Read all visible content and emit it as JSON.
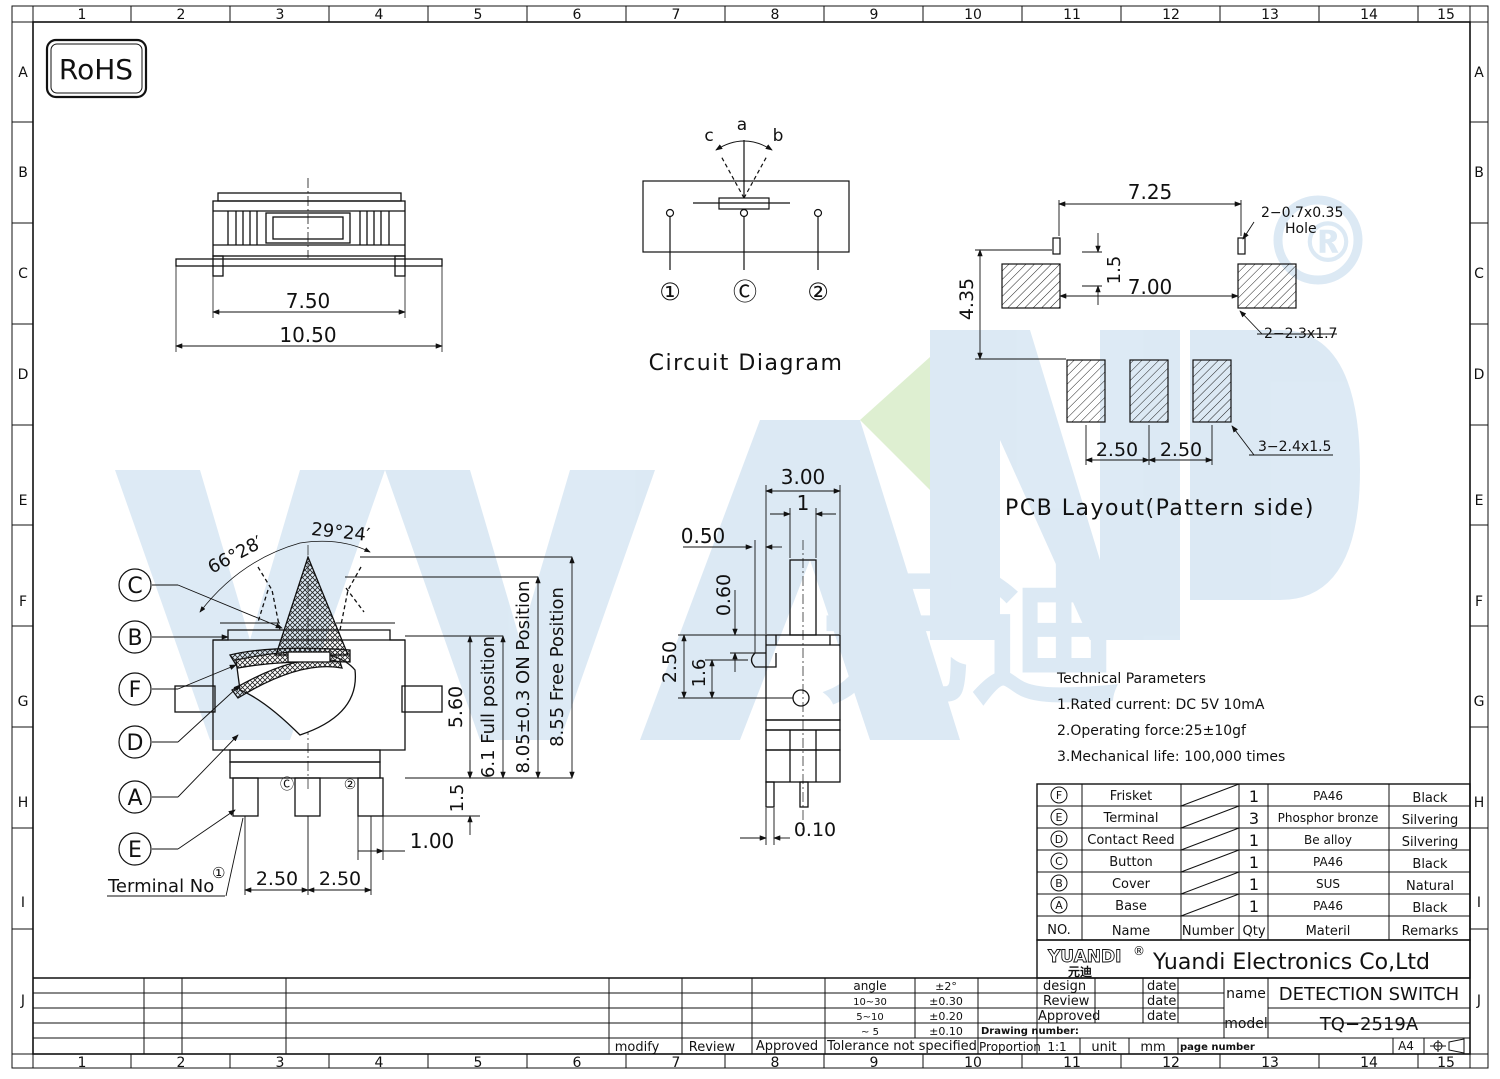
{
  "frame": {
    "col_numbers": [
      "1",
      "2",
      "3",
      "4",
      "5",
      "6",
      "7",
      "8",
      "9",
      "10",
      "11",
      "12",
      "13",
      "14",
      "15"
    ],
    "row_letters": [
      "A",
      "B",
      "C",
      "D",
      "E",
      "F",
      "G",
      "H",
      "I",
      "J"
    ]
  },
  "rohs_label": "RoHS",
  "watermark": {
    "latin": "YUANDI",
    "chinese": "元迪",
    "registered": "®"
  },
  "top_view": {
    "dim_inner": "7.50",
    "dim_outer": "10.50"
  },
  "circuit": {
    "title": "Circuit Diagram",
    "pos_a": "a",
    "pos_b": "b",
    "pos_c": "c",
    "pin_1": "①",
    "pin_c": "Ⓒ",
    "pin_2": "②"
  },
  "pcb": {
    "title": "PCB Layout(Pattern side)",
    "dim_top": "7.25",
    "hole_note_1": "2−0.7x0.35",
    "hole_note_2": "Hole",
    "dim_15": "1.5",
    "dim_700": "7.00",
    "dim_435": "4.35",
    "pad_note_big": "2−2.3x1.7",
    "pad_note_small": "3−2.4x1.5",
    "dim_250a": "2.50",
    "dim_250b": "2.50"
  },
  "side_view": {
    "dim_300": "3.00",
    "dim_1": "1",
    "dim_050": "0.50",
    "dim_060": "0.60",
    "dim_250": "2.50",
    "dim_16": "1.6",
    "dim_010": "0.10"
  },
  "front_view": {
    "angle_1": "66°28′",
    "angle_2": "29°24′",
    "callouts": [
      "C",
      "B",
      "F",
      "D",
      "A",
      "E"
    ],
    "dim_560": "5.60",
    "full_pos": "6.1  Full position",
    "on_pos": "8.05±0.3  ON Position",
    "free_pos": "8.55  Free Position",
    "dim_15": "1.5",
    "dim_100": "1.00",
    "dim_250a": "2.50",
    "dim_250b": "2.50",
    "terminal_no": "Terminal  No",
    "terminal_sym": "①",
    "pin_c": "Ⓒ",
    "pin_2": "②"
  },
  "tech": {
    "title": "Technical  Parameters",
    "lines": [
      "1.Rated  current:  DC  5V  10mA",
      "2.Operating  force:25±10gf",
      "3.Mechanical  life:  100,000  times"
    ]
  },
  "bom": {
    "rows": [
      {
        "no": "F",
        "name": "Frisket",
        "qty": "1",
        "material": "PA46",
        "remarks": "Black"
      },
      {
        "no": "E",
        "name": "Terminal",
        "qty": "3",
        "material": "Phosphor  bronze",
        "remarks": "Silvering"
      },
      {
        "no": "D",
        "name": "Contact  Reed",
        "qty": "1",
        "material": "Be  alloy",
        "remarks": "Silvering"
      },
      {
        "no": "C",
        "name": "Button",
        "qty": "1",
        "material": "PA46",
        "remarks": "Black"
      },
      {
        "no": "B",
        "name": "Cover",
        "qty": "1",
        "material": "SUS",
        "remarks": "Natural"
      },
      {
        "no": "A",
        "name": "Base",
        "qty": "1",
        "material": "PA46",
        "remarks": "Black"
      }
    ],
    "header": {
      "no": "NO.",
      "name": "Name",
      "number": "Number",
      "qty": "Qty",
      "material": "Materil",
      "remarks": "Remarks"
    }
  },
  "title_block": {
    "company_logo": "YUANDI",
    "company_logo_cn": "元迪",
    "registered": "®",
    "company": "Yuandi Electronics Co,Ltd",
    "design": "design",
    "review": "Review",
    "approved": "Approved",
    "date": "date",
    "name_label": "name",
    "name_value": "DETECTION  SWITCH",
    "model_label": "model",
    "model_value": "TQ−2519A",
    "drawing_number": "Drawing number:",
    "proportion": "Proportion",
    "scale": "1:1",
    "unit": "unit",
    "mm": "mm",
    "page_number": "page number",
    "sheet_size": "A4",
    "tol_angle": "angle",
    "tol_angle_v": "±2°",
    "tol_r1": "10~30",
    "tol_r1_v": "±0.30",
    "tol_r2": "5~10",
    "tol_r2_v": "±0.20",
    "tol_r3": "~ 5",
    "tol_r3_v": "±0.10",
    "tol_note": "Tolerance  not  specified",
    "modify": "modify",
    "review2": "Review",
    "approved2": "Approved"
  }
}
